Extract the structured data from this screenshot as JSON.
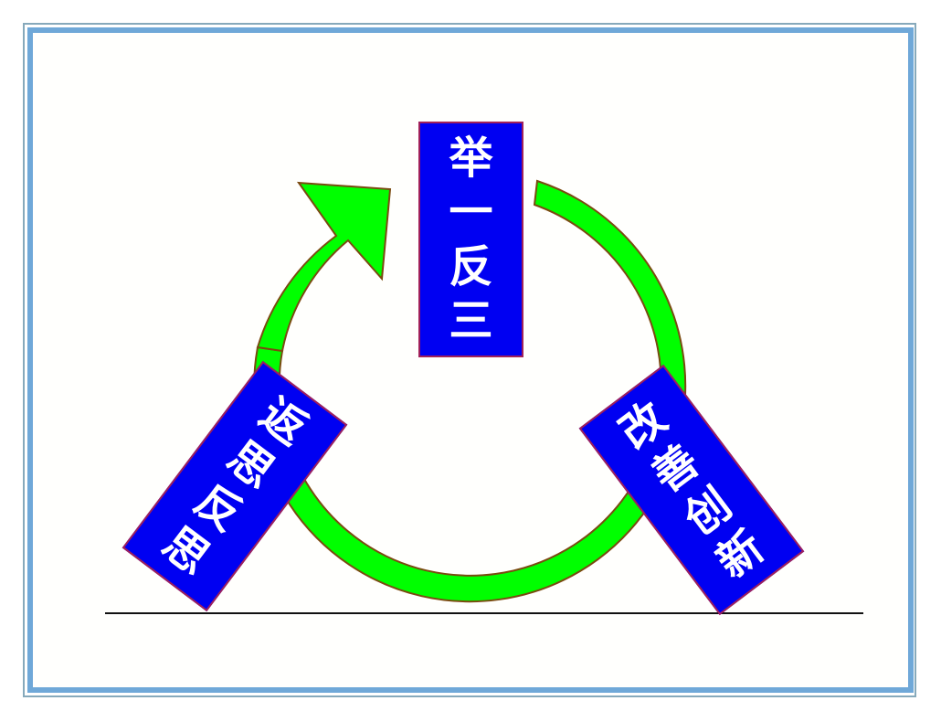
{
  "diagram": {
    "type": "cycle",
    "colors": {
      "frame_outer": "#86a9bb",
      "frame_inner": "#6fa8d8",
      "box_fill": "#0000f2",
      "box_border": "#a0205a",
      "box_text": "#ffffff",
      "arrow_fill": "#00ff00",
      "arrow_stroke": "#7a4a10",
      "baseline": "#111111"
    },
    "nodes": [
      {
        "id": "top",
        "text": "举一反三",
        "chars": [
          "举",
          "一",
          "反",
          "三"
        ],
        "rotation_deg": 0
      },
      {
        "id": "left",
        "text": "返思反思",
        "chars": [
          "返",
          "思",
          "反",
          "思"
        ],
        "rotation_deg": 37
      },
      {
        "id": "right",
        "text": "改善创新",
        "chars": [
          "改",
          "善",
          "创",
          "新"
        ],
        "rotation_deg": -37
      }
    ],
    "flow": {
      "direction": "clockwise",
      "arrowhead_position": "upper-left, pointing toward 举一反三"
    }
  }
}
